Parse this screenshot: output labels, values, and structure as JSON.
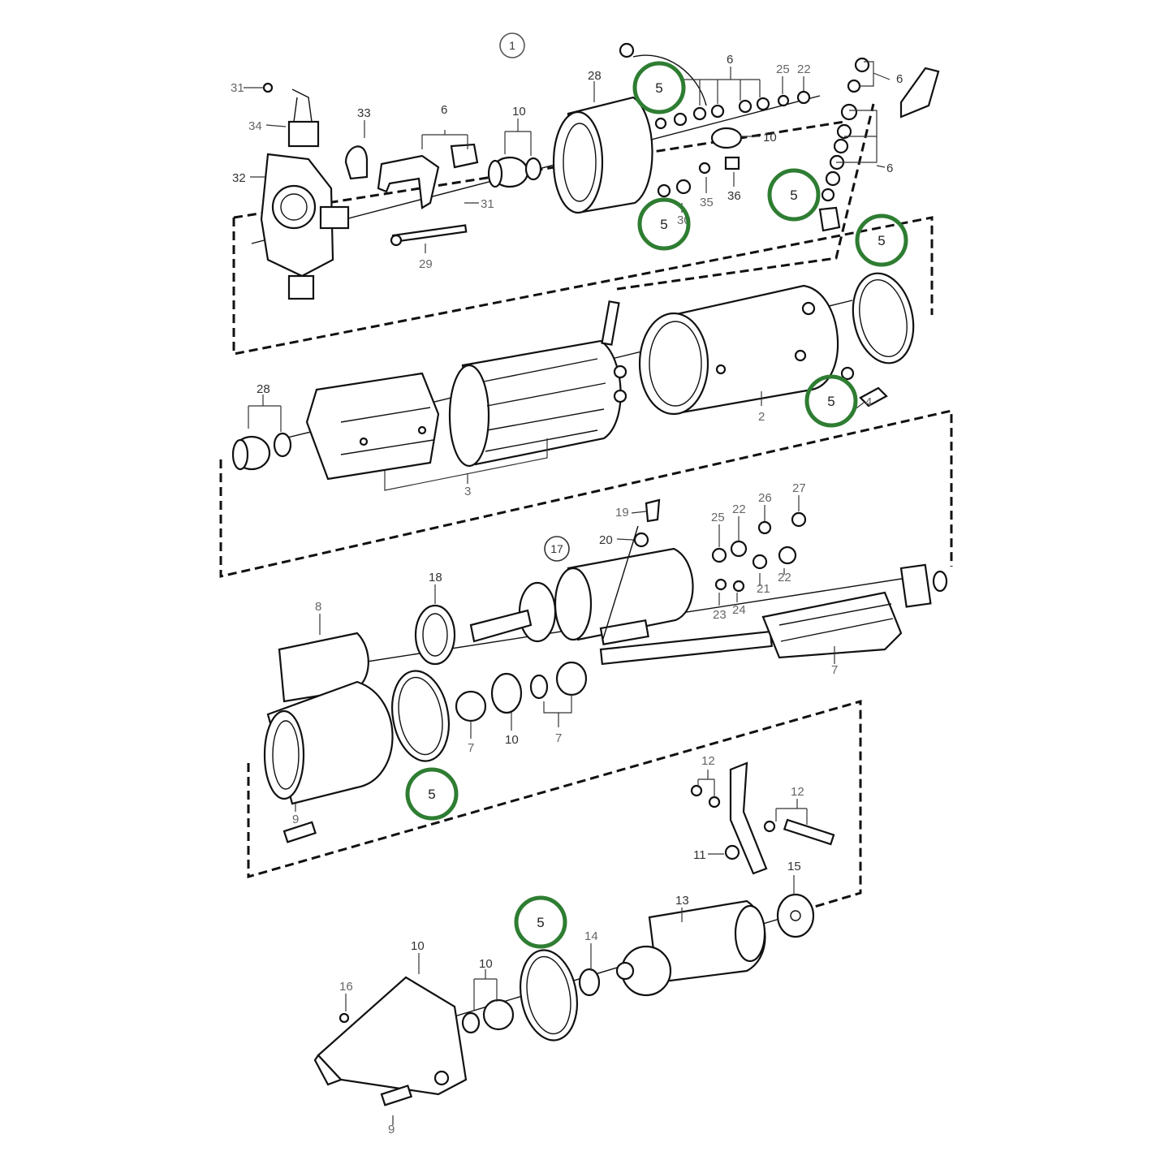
{
  "figure_ref": "1",
  "accent_color": "#2e7d32",
  "highlighted_callout": "5",
  "labels": {
    "l31a": "31",
    "l34": "34",
    "l32": "32",
    "l33": "33",
    "l6a": "6",
    "l31b": "31",
    "l29": "29",
    "l10a": "10",
    "l28a": "28",
    "l6b": "6",
    "l25a": "25",
    "l22a": "22",
    "l10b": "10",
    "l35": "35",
    "l36": "36",
    "l30": "30",
    "l6c": "6",
    "l6d": "6",
    "l28b": "28",
    "l3": "3",
    "l2": "2",
    "l4": "4",
    "l19": "19",
    "l20": "20",
    "l25b": "25",
    "l22b": "22",
    "l26": "26",
    "l27": "27",
    "l17": "17",
    "l18": "18",
    "l8": "8",
    "l21": "21",
    "l22c": "22",
    "l23": "23",
    "l24": "24",
    "l7a": "7",
    "l7b": "7",
    "l10c": "10",
    "l7c": "7",
    "l9a": "9",
    "l12a": "12",
    "l12b": "12",
    "l11": "11",
    "l15": "15",
    "l13": "13",
    "l14": "14",
    "l10d": "10",
    "l10e": "10",
    "l16": "16",
    "l9b": "9"
  }
}
